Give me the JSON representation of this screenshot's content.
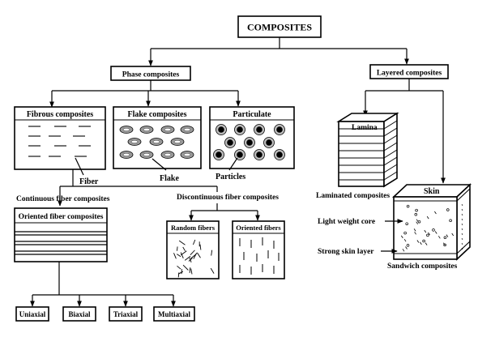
{
  "title": "COMPOSITES",
  "phase": {
    "label": "Phase composites",
    "fibrous": "Fibrous composites",
    "flake": "Flake composites",
    "particulate": "Particulate",
    "fiber_callout": "Fiber",
    "flake_callout": "Flake",
    "particles_callout": "Particles",
    "continuous": "Continuous fiber composites",
    "discontinuous": "Discontinuous fiber composites",
    "oriented": "Oriented fiber composites",
    "random_fibers": "Random fibers",
    "oriented_fibers": "Oriented fibers",
    "orientations": [
      "Uniaxial",
      "Biaxial",
      "Triaxial",
      "Multiaxial"
    ]
  },
  "layered": {
    "label": "Layered composites",
    "lamina": "Lamina",
    "laminated": "Laminated composites",
    "skin": "Skin",
    "core": "Light weight core",
    "skin_layer": "Strong skin layer",
    "sandwich": "Sandwich composites"
  }
}
